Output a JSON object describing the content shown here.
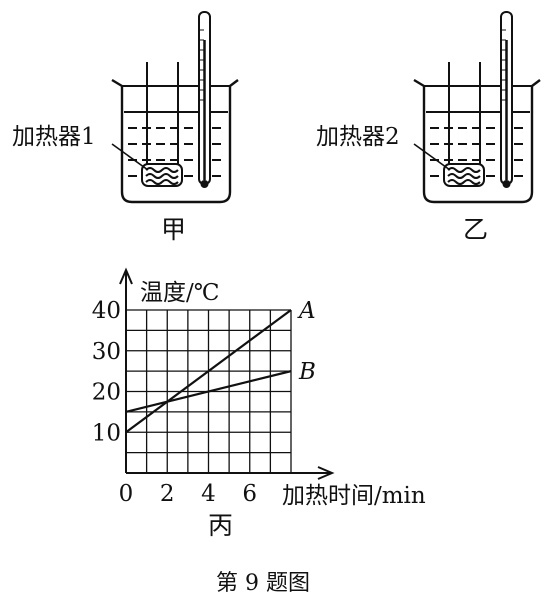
{
  "beaker_jia": {
    "heater_label": "加热器1",
    "caption": "甲"
  },
  "beaker_yi": {
    "heater_label": "加热器2",
    "caption": "乙"
  },
  "chart_caption": "丙",
  "figure_caption": "第 9 题图",
  "chart_data": {
    "type": "line",
    "title": "",
    "xlabel": "加热时间/min",
    "ylabel": "温度/℃",
    "xlim": [
      0,
      8
    ],
    "ylim": [
      0,
      40
    ],
    "x_ticks": [
      "0",
      "2",
      "4",
      "6"
    ],
    "y_ticks": [
      "10",
      "20",
      "30",
      "40"
    ],
    "grid": true,
    "series": [
      {
        "name": "A",
        "x": [
          0,
          8
        ],
        "y": [
          10,
          40
        ]
      },
      {
        "name": "B",
        "x": [
          0,
          8
        ],
        "y": [
          15,
          25
        ]
      }
    ]
  }
}
